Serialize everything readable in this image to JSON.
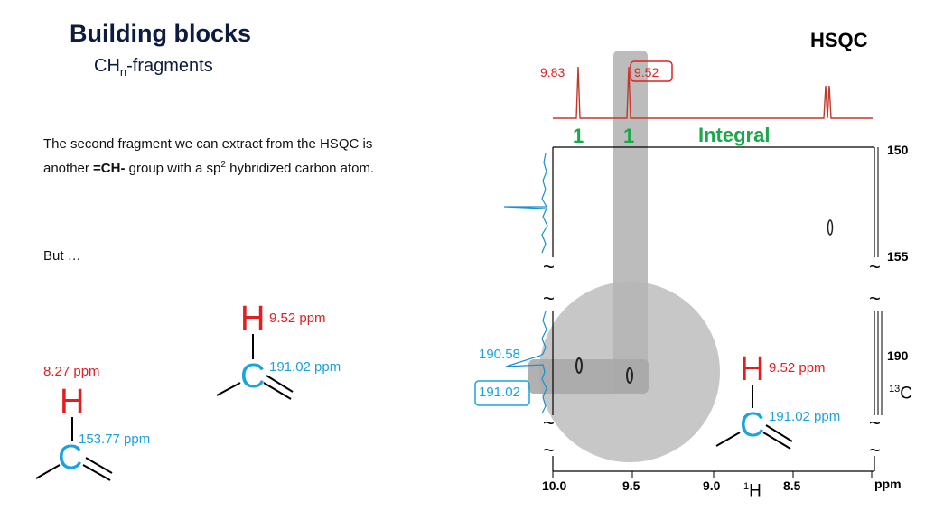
{
  "slide": {
    "title": "Building blocks",
    "subtitle_main": "CH",
    "subtitle_sub": "n",
    "subtitle_rest": "-fragments",
    "para_1": "The second fragment we can extract from the HSQC is another ",
    "para_bold": "=CH-",
    "para_2": " group with a sp",
    "para_sup": "2",
    "para_3": " hybridized carbon atom.",
    "but": "But …",
    "hsqc_label": "HSQC"
  },
  "fragments": {
    "left": {
      "h_label": "H",
      "h_shift": "8.27 ppm",
      "c_label": "C",
      "c_shift": "153.77 ppm"
    },
    "middle": {
      "h_label": "H",
      "h_shift": "9.52 ppm",
      "c_label": "C",
      "c_shift": "191.02 ppm"
    },
    "right": {
      "h_label": "H",
      "h_shift": "9.52 ppm",
      "c_label": "C",
      "c_shift": "191.02 ppm"
    }
  },
  "spectrum": {
    "peak_labels": [
      "9.83",
      "9.52"
    ],
    "integrals": [
      "1",
      "1"
    ],
    "integral_label": "Integral",
    "c_axis_ticks": [
      "150",
      "155",
      "190"
    ],
    "c_axis_label_sup": "13",
    "c_axis_label": "C",
    "h_axis_ticks": [
      "10.0",
      "9.5",
      "9.0",
      "8.5"
    ],
    "h_axis_label_sup": "1",
    "h_axis_label": "H",
    "h_axis_unit": "ppm",
    "c_shift_labels": [
      "190.58",
      "191.02"
    ],
    "break_symbol": "~",
    "colors": {
      "proton_trace": "#c0392b",
      "carbon_trace": "#1a8fd0",
      "highlight": "#b5b5b5",
      "integral": "#1aa84a"
    }
  }
}
